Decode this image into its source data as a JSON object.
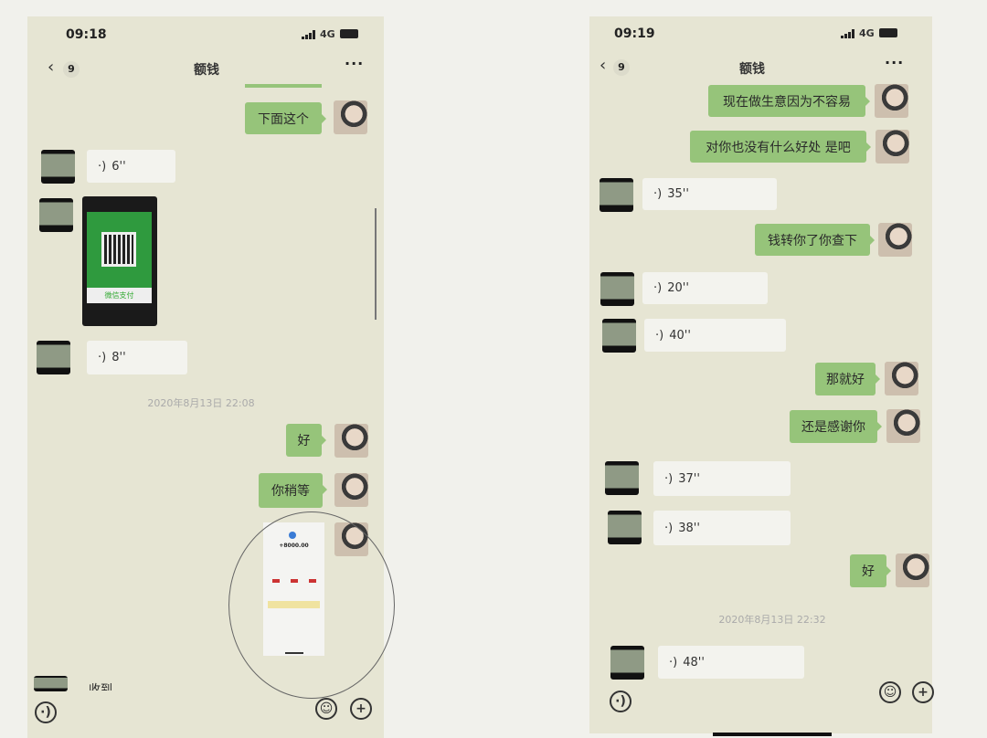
{
  "left": {
    "status_time": "09:18",
    "network": "4G",
    "back_count": "9",
    "title": "额钱",
    "messages": {
      "m1": "下面这个",
      "v1": "6''",
      "qr_caption": "微信支付",
      "v2": "8''",
      "timestamp": "2020年8月13日 22:08",
      "m2": "好",
      "m3": "你稍等",
      "payment_amount": "+8000.00",
      "partial": "收到"
    }
  },
  "right": {
    "status_time": "09:19",
    "network": "4G",
    "back_count": "9",
    "title": "额钱",
    "messages": {
      "m1": "现在做生意因为不容易",
      "m2": "对你也没有什么好处 是吧",
      "v1": "35''",
      "m3": "钱转你了你查下",
      "v2": "20''",
      "v3": "40''",
      "m4": "那就好",
      "m5": "还是感谢你",
      "v4": "37''",
      "v5": "38''",
      "m6": "好",
      "timestamp": "2020年8月13日 22:32",
      "v6": "48''"
    }
  },
  "colors": {
    "bubble_me": "#96c47a",
    "screen_bg": "#e6e5d3",
    "qr_green": "#2f9a3e"
  }
}
